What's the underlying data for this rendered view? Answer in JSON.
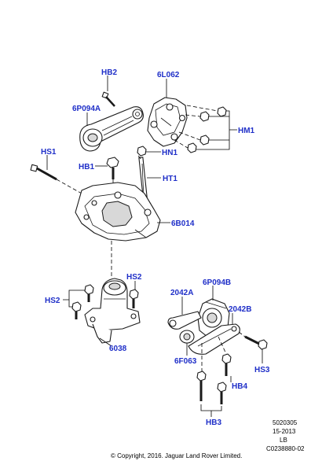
{
  "labels": {
    "hb2": "HB2",
    "l6062": "6L062",
    "p6p094a": "6P094A",
    "hm1": "HM1",
    "hs1": "HS1",
    "hn1": "HN1",
    "hb1": "HB1",
    "ht1": "HT1",
    "b6b014": "6B014",
    "hs2_right": "HS2",
    "hs2_left": "HS2",
    "p6p094b": "6P094B",
    "p2042a": "2042A",
    "p2042b": "2042B",
    "p6038": "6038",
    "f6f063": "6F063",
    "hs3": "HS3",
    "hb4": "HB4",
    "hb3": "HB3"
  },
  "footer": {
    "ref_number": "5020305",
    "date_code": "15-2013",
    "market": "LB",
    "illustration_id": "C0238880-02",
    "copyright": "© Copyright, 2016. Jaguar Land Rover Limited."
  },
  "colors": {
    "callout": "#1f2fc8",
    "line": "#000000"
  }
}
